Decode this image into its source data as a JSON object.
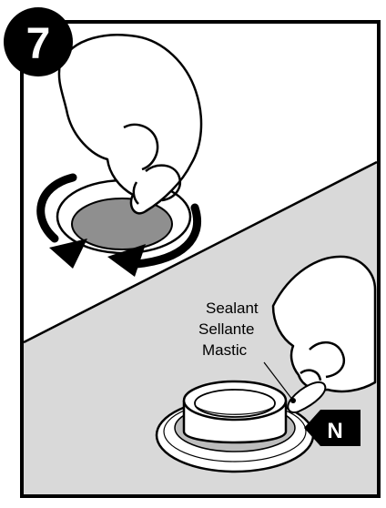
{
  "step": {
    "number": "7"
  },
  "callout": {
    "lines": [
      "Sealant",
      "Sellante",
      "Mastic"
    ],
    "part_letter": "N"
  },
  "colors": {
    "frame": "#000000",
    "lower_panel": "#d9d9d9",
    "drain_hole": "#8f8f8f",
    "badge": "#000000",
    "outline": "#1a1a1a"
  }
}
